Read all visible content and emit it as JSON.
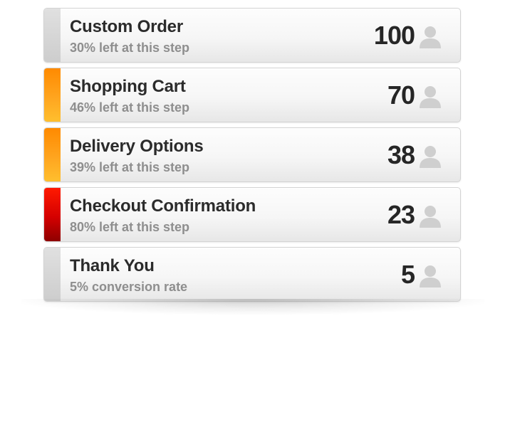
{
  "funnel": {
    "steps": [
      {
        "title": "Custom Order",
        "subtitle": "30% left at this step",
        "count": "100",
        "bar_color": "grey"
      },
      {
        "title": "Shopping Cart",
        "subtitle": "46% left at this step",
        "count": "70",
        "bar_color": "orange"
      },
      {
        "title": "Delivery Options",
        "subtitle": "39% left at this step",
        "count": "38",
        "bar_color": "orange"
      },
      {
        "title": "Checkout Confirmation",
        "subtitle": "80% left at this step",
        "count": "23",
        "bar_color": "red"
      },
      {
        "title": "Thank You",
        "subtitle": "5% conversion rate",
        "count": "5",
        "bar_color": "grey"
      }
    ],
    "icon": "person-icon",
    "colors": {
      "grey": "#d6d6d6",
      "orange": "#ff9a12",
      "red": "#d40000"
    }
  }
}
